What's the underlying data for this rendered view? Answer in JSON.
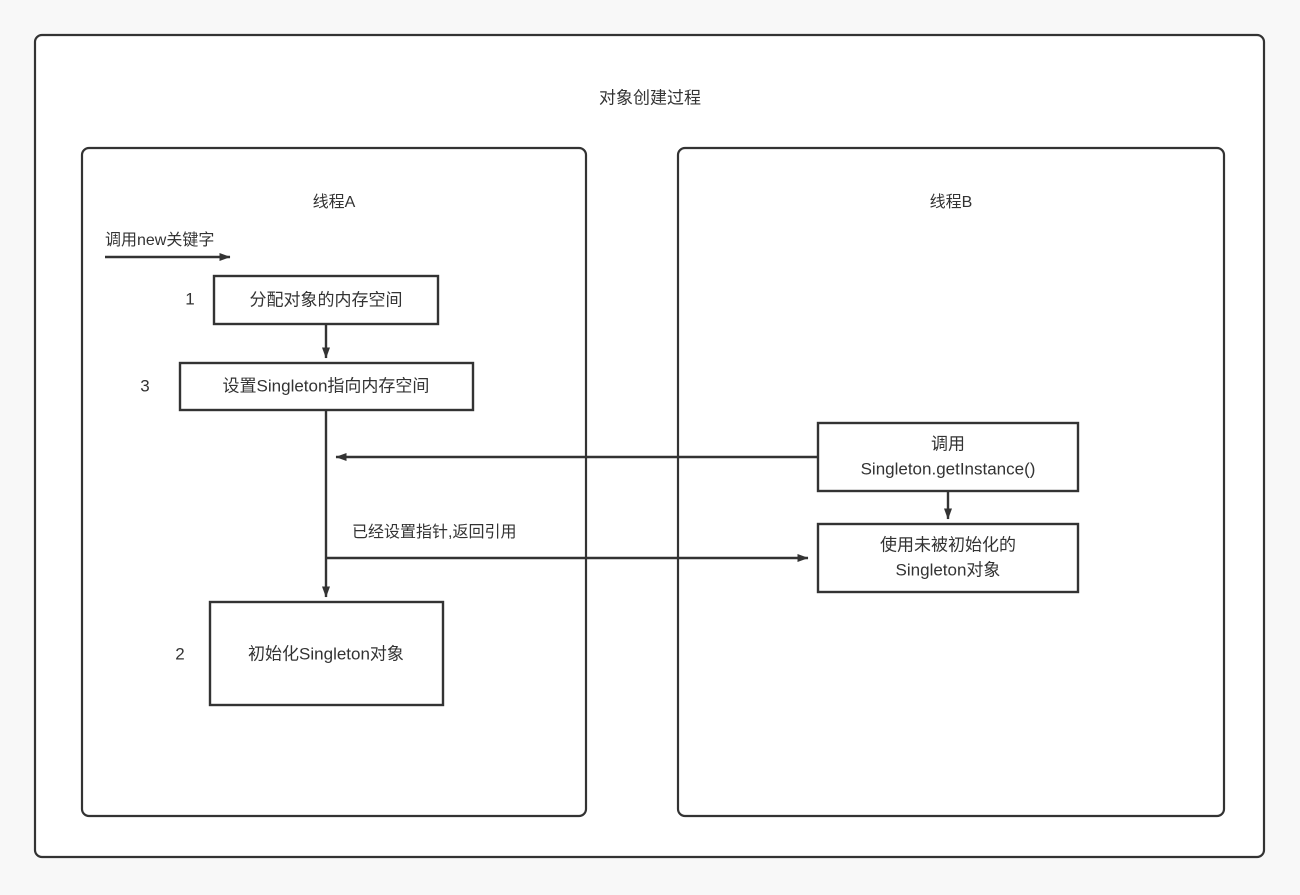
{
  "diagram": {
    "title": "对象创建过程",
    "lanes": [
      {
        "id": "thread-a",
        "label": "线程A"
      },
      {
        "id": "thread-b",
        "label": "线程B"
      }
    ],
    "nodes": [
      {
        "id": "alloc",
        "step": "1",
        "lines": [
          "分配对象的内存空间"
        ]
      },
      {
        "id": "setptr",
        "step": "3",
        "lines": [
          "设置Singleton指向内存空间"
        ]
      },
      {
        "id": "init",
        "step": "2",
        "lines": [
          "初始化Singleton对象"
        ]
      },
      {
        "id": "getinst",
        "step": "",
        "lines": [
          "调用",
          "Singleton.getInstance()"
        ]
      },
      {
        "id": "useobj",
        "step": "",
        "lines": [
          "使用未被初始化的",
          "Singleton对象"
        ]
      }
    ],
    "edges": [
      {
        "id": "edge-new",
        "label": "调用new关键字"
      },
      {
        "id": "edge-alloc-setptr",
        "label": ""
      },
      {
        "id": "edge-getinst-useobj",
        "label": ""
      },
      {
        "id": "edge-b-to-a",
        "label": ""
      },
      {
        "id": "edge-return",
        "label": "已经设置指针,返回引用"
      },
      {
        "id": "edge-setptr-init",
        "label": ""
      }
    ],
    "colors": {
      "stroke": "#333333",
      "node_fill": "#ffffff",
      "canvas": "#f8f8f8",
      "frame_fill": "#ffffff"
    }
  }
}
